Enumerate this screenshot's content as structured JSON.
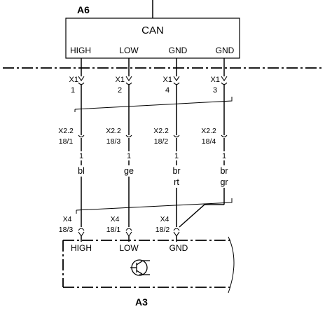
{
  "module_top": {
    "name": "A6",
    "bus": "CAN",
    "signals": [
      "HIGH",
      "LOW",
      "GND",
      "GND"
    ]
  },
  "connector_x1": {
    "label": "X1",
    "pins": [
      "1",
      "2",
      "4",
      "3"
    ]
  },
  "connector_x22": {
    "label": "X2.2",
    "pins": [
      "18/1",
      "18/3",
      "18/2",
      "18/4"
    ]
  },
  "wire_numbers": [
    "1",
    "1",
    "1",
    "1"
  ],
  "wire_colors": [
    {
      "line1": "bl",
      "line2": ""
    },
    {
      "line1": "ge",
      "line2": ""
    },
    {
      "line1": "br",
      "line2": "rt"
    },
    {
      "line1": "br",
      "line2": "gr"
    }
  ],
  "connector_x4": {
    "label": "X4",
    "pins": [
      "18/3",
      "18/1",
      "18/2"
    ]
  },
  "module_bottom": {
    "name": "A3",
    "signals": [
      "HIGH",
      "LOW",
      "GND"
    ]
  },
  "colors": {
    "line": "#000000",
    "background": "#ffffff"
  },
  "icons": [
    "transistor-symbol-icon",
    "ground-splice-junction"
  ]
}
